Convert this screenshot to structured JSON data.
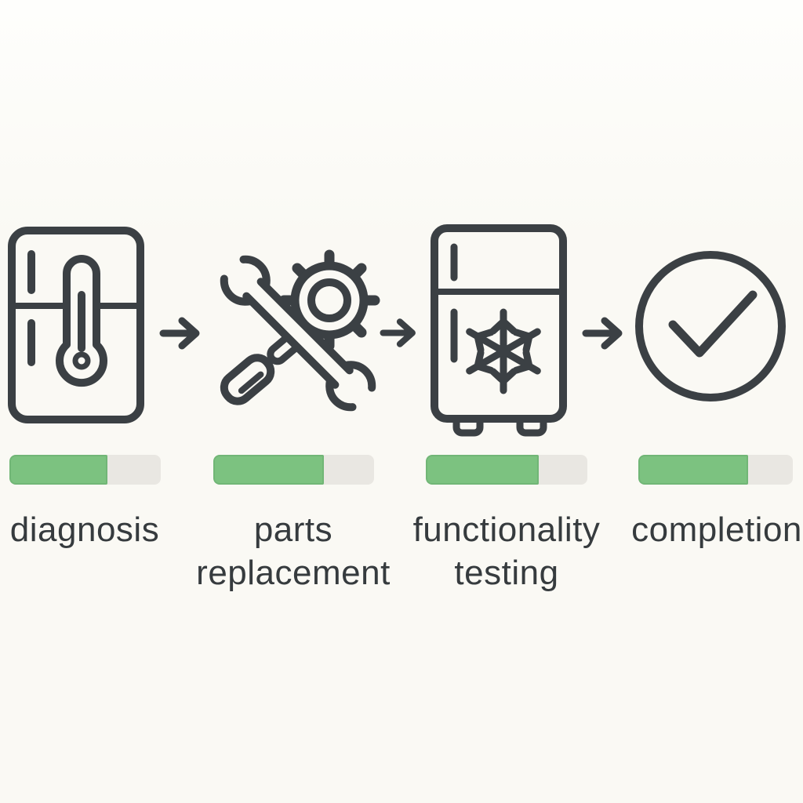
{
  "infographic": {
    "description_visible_elements_only": "four-step repair process flow",
    "connector_icon": "arrow-right-icon"
  },
  "colors": {
    "accent_green": "#7CC280",
    "green_edge": "#63A96B",
    "track_gray": "#E9E7E2",
    "icon_stroke": "#3B4044",
    "text_color": "#363B3E",
    "background": "#FAF9F4"
  },
  "steps": [
    {
      "id": "diagnosis",
      "icon": "fridge-thermometer-icon",
      "label": "diagnosis",
      "label_lines": [
        "diagnosis"
      ],
      "progress_percent": 65
    },
    {
      "id": "parts-replacement",
      "icon": "wrench-gear-screwdriver-icon",
      "label": "parts replacement",
      "label_lines": [
        "parts",
        "replacement"
      ],
      "progress_percent": 69
    },
    {
      "id": "functionality-testing",
      "icon": "fridge-snowflake-icon",
      "label": "functionality testing",
      "label_lines": [
        "functionality",
        "testing"
      ],
      "progress_percent": 70
    },
    {
      "id": "completion",
      "icon": "check-circle-icon",
      "label": "completion",
      "label_lines": [
        "completion"
      ],
      "progress_percent": 71
    }
  ]
}
